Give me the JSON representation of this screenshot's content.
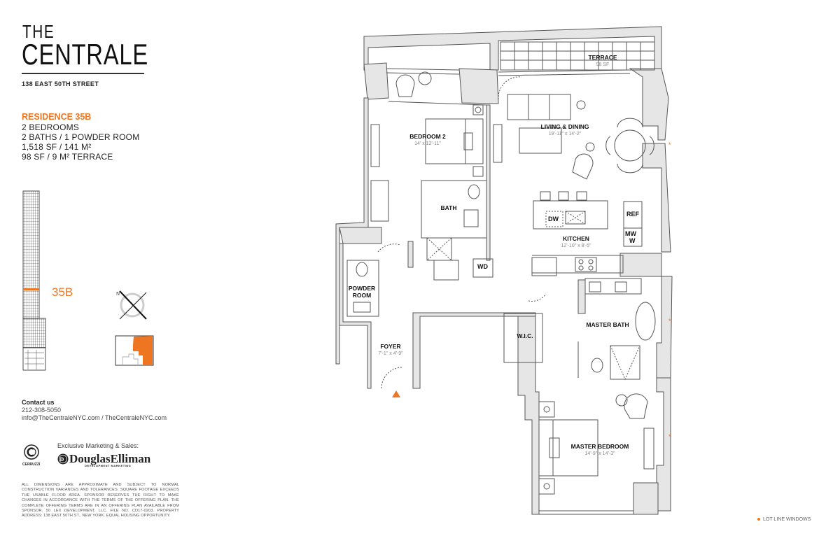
{
  "brand": {
    "the": "THE",
    "name": "CENTRALE",
    "address": "138 EAST 50TH STREET"
  },
  "residence": {
    "title": "RESIDENCE 35B",
    "bedrooms": "2 BEDROOMS",
    "baths": "2 BATHS / 1 POWDER ROOM",
    "area": "1,518 SF / 141 M²",
    "terrace": "98 SF / 9 M² TERRACE"
  },
  "key_plan": {
    "unit_label": "35B",
    "north_label": "N",
    "highlight_color": "#ee7623"
  },
  "contact": {
    "heading": "Contact us",
    "phone": "212-308-5050",
    "web": "info@TheCentraleNYC.com / TheCentraleNYC.com"
  },
  "marketing": {
    "label": "Exclusive Marketing & Sales:",
    "agent": "DouglasElliman",
    "agent_sub": "DEVELOPMENT MARKETING",
    "developer_logo": "CERRUZZI"
  },
  "disclaimer": "ALL DIMENSIONS ARE APPROXIMATE AND SUBJECT TO NORMAL CONSTRUCTION VARIANCES AND TOLERANCES. SQUARE FOOTAGE EXCEEDS THE USABLE FLOOR AREA. SPONSOR RESERVES THE RIGHT TO MAKE CHANGES IN ACCORDANCE WITH THE TERMS OF THE OFFERING PLAN. THE COMPLETE OFFERING TERMS ARE IN AN OFFERING PLAN AVAILABLE FROM SPONSOR. 50 LEX DEVELOPMENT, LLC. FILE NO. CD17-0203. PROPERTY ADDRESS: 138 EAST 50TH ST., NEW YORK. EQUAL HOUSING OPPORTUNITY.",
  "floorplan": {
    "rooms": [
      {
        "name": "TERRACE",
        "dim": "98 SF"
      },
      {
        "name": "BEDROOM 2",
        "dim": "14' x 12'-11\""
      },
      {
        "name": "LIVING & DINING",
        "dim": "19'-11\" x 14'-2\""
      },
      {
        "name": "BATH",
        "dim": ""
      },
      {
        "name": "KITCHEN",
        "dim": "12'-10\" x 8'-5\""
      },
      {
        "name": "POWDER ROOM",
        "dim": ""
      },
      {
        "name": "FOYER",
        "dim": "7'-1\" x 4'-9\""
      },
      {
        "name": "W.I.C.",
        "dim": ""
      },
      {
        "name": "MASTER BATH",
        "dim": ""
      },
      {
        "name": "MASTER BEDROOM",
        "dim": "14'-9\" x 14'-3\""
      }
    ],
    "appliances": {
      "wd": "WD",
      "dw": "DW",
      "ref": "REF",
      "mw": "MW",
      "w": "W"
    },
    "wall_color": "#e6e6e6",
    "line_color": "#555555"
  },
  "legend": {
    "lot_line": "LOT LINE WINDOWS",
    "marker": "*"
  }
}
